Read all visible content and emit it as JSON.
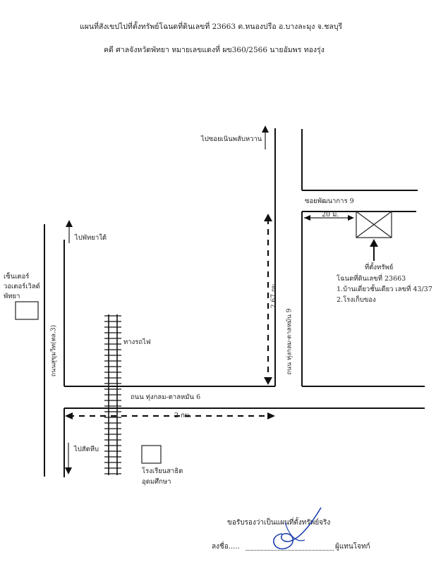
{
  "header": {
    "line1": "แผนที่สังเขปไปที่ตั้งทรัพย์โฉนดที่ดินเลขที่ 23663 ต.หนองปรือ อ.บางละมุง จ.ชลบุรี",
    "line2": "คดี ศาลจังหวัดพัทยา หมายเลขแดงที่ ผข360/2566 นายอัมพร ทองรุ่ง"
  },
  "map": {
    "to_soi": "ไปซอยเนินพลับหวาน",
    "soi_name": "ซอยพัฒนาการ 9",
    "dist_20m": "20 ม.",
    "property_label": "ที่ตั้งทรัพย์",
    "deed": "โฉนดที่ดินเลขที่ 23663",
    "item1": "1.บ้านเดี่ยวชั้นเดียว เลขที่ 43/37",
    "item2": "2.โรงเก็บของ",
    "to_pattaya_south": "ไปพัทยาใต้",
    "central_1": "เซ็นเตอร์",
    "central_2": "วอเตอร์เวิลด์",
    "central_3": "พัทยา",
    "railway": "ทางรถไฟ",
    "dist_267km": "2.67 กม.",
    "road_9": "ถนน ทุ่งกลม-ตาลหมัน 9",
    "sukhumvit": "ถนนสุขุมวิท(ทล.3)",
    "road_6": "ถนน ทุ่งกลม-ตาลหมัน 6",
    "dist_2km": "2 กม.",
    "to_sattahip": "ไปสัตหีบ",
    "school_1": "โรงเรียนสาธิต",
    "school_2": "อุดมศึกษา"
  },
  "footer": {
    "certify": "ขอรับรองว่าเป็นแผนที่ตั้งทรัพย์จริง",
    "sign_prefix": "ลงชื่อ.....",
    "sign_suffix": "ผู้แทนโจทก์"
  }
}
